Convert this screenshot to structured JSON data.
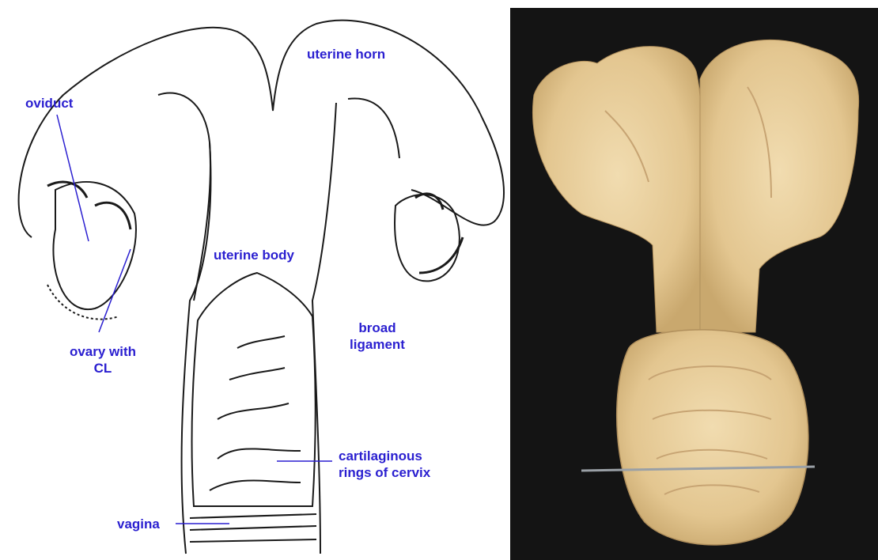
{
  "labels": {
    "uterine_horn": "uterine horn",
    "oviduct": "oviduct",
    "uterine_body": "uterine body",
    "broad_ligament_1": "broad",
    "broad_ligament_2": "ligament",
    "ovary_1": "ovary with",
    "ovary_2": "CL",
    "cartilaginous_1": "cartilaginous",
    "cartilaginous_2": "rings of cervix",
    "vagina": "vagina"
  },
  "colors": {
    "label": "#2a1fd0",
    "outline": "#1a1a1a",
    "photo_background": "#141414",
    "tissue": "#e8cf9a"
  },
  "icons": {
    "photo": "dissected-uterus-photo"
  }
}
